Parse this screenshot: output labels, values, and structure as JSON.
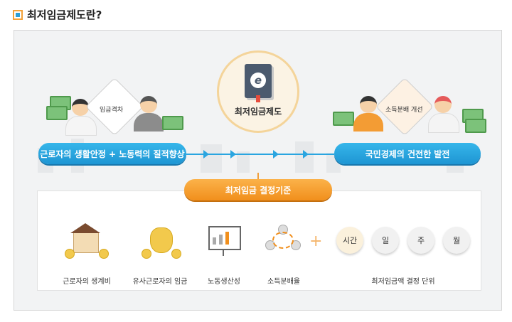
{
  "page": {
    "title": "최저임금제도란?"
  },
  "top": {
    "left_radar_label": "임금격차",
    "center_label": "최저임금제도",
    "right_radar_label": "소득분배 개선",
    "left_pill": "근로자의 생활안정 + 노동력의 질적향상",
    "right_pill": "국민경제의 건전한 발전",
    "center_pill": "최저임금 결정기준"
  },
  "criteria": [
    {
      "label": "근로자의 생계비",
      "icon": "house-coins-icon"
    },
    {
      "label": "유사근로자의 임금",
      "icon": "money-bag-icon"
    },
    {
      "label": "노동생산성",
      "icon": "growth-chart-icon"
    },
    {
      "label": "소득분배율",
      "icon": "coin-cycle-icon"
    }
  ],
  "units": {
    "items": [
      "시간",
      "일",
      "주",
      "월"
    ],
    "label": "최저임금액 결정 단위"
  },
  "colors": {
    "blue": "#1e95d3",
    "orange": "#f18f1c"
  }
}
